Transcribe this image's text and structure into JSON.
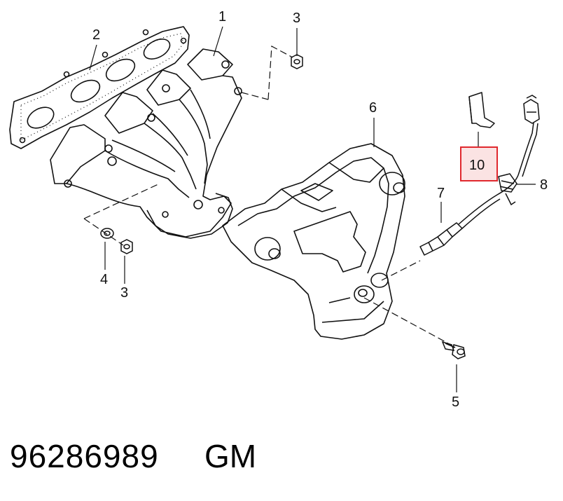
{
  "callouts": {
    "c1": "1",
    "c2": "2",
    "c3_top": "3",
    "c3_bottom": "3",
    "c4": "4",
    "c5": "5",
    "c6": "6",
    "c7": "7",
    "c8": "8",
    "c10": "10"
  },
  "highlight_color": "#e0282e",
  "footer": {
    "part_number": "96286989",
    "brand": "GM"
  }
}
